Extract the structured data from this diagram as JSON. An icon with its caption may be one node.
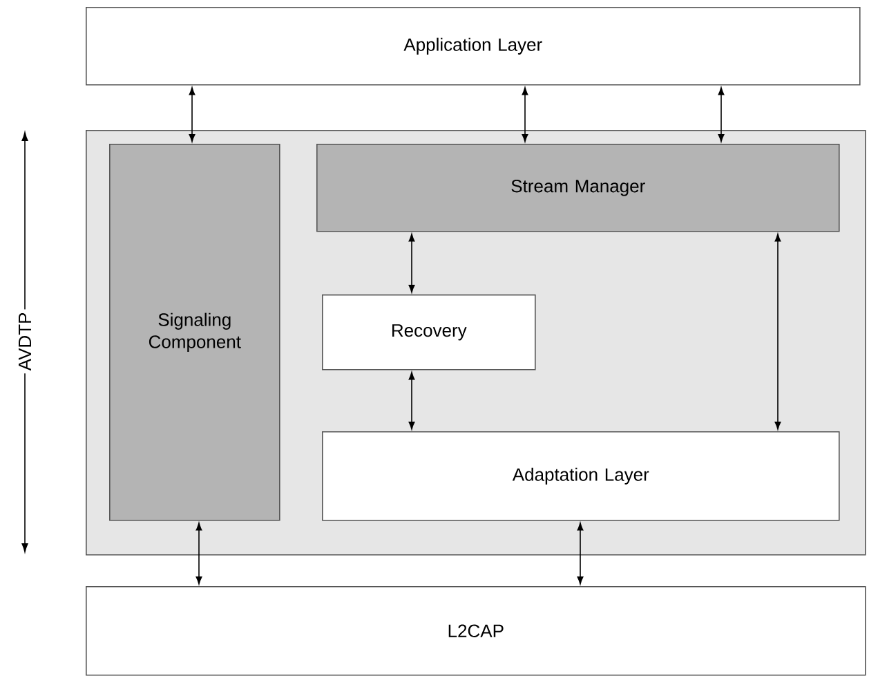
{
  "diagram": {
    "nodes": [
      {
        "text": [
          "Application Layer"
        ]
      },
      {
        "text": [],
        "shape": "box",
        "beside": [
          "AVDTP"
        ]
      },
      {
        "text": [
          "Signaling Component"
        ],
        "in": 1
      },
      {
        "text": [
          "Stream Manager"
        ],
        "in": 1
      },
      {
        "text": [
          "Recovery"
        ],
        "in": 1
      },
      {
        "text": [
          "Adaptation Layer"
        ],
        "in": 1
      },
      {
        "text": [
          "L2CAP"
        ]
      }
    ],
    "edges": [
      {
        "from": 0,
        "to": 2,
        "arrow": "both"
      },
      {
        "from": 0,
        "to": 3,
        "arrow": "both"
      },
      {
        "from": 0,
        "to": 3,
        "arrow": "both"
      },
      {
        "from": 3,
        "to": 4,
        "arrow": "both"
      },
      {
        "from": 4,
        "to": 5,
        "arrow": "both"
      },
      {
        "from": 3,
        "to": 5,
        "arrow": "both"
      },
      {
        "from": 2,
        "to": 6,
        "arrow": "both"
      },
      {
        "from": 5,
        "to": 6,
        "arrow": "both"
      }
    ]
  }
}
